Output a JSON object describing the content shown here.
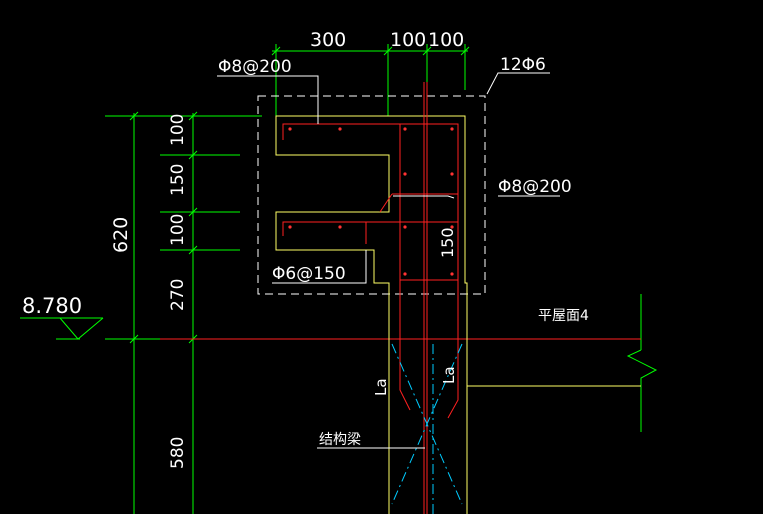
{
  "drawing": {
    "dims": {
      "top_300": "300",
      "top_100a": "100",
      "top_100b": "100",
      "v_100a": "100",
      "v_150": "150",
      "v_100b": "100",
      "v_270": "270",
      "v_620": "620",
      "v_580": "580",
      "inner_150": "150",
      "la_left": "La",
      "la_right": "La"
    },
    "labels": {
      "rebar_top": "Φ8@200",
      "rebar_top_right": "12Φ6",
      "rebar_right": "Φ8@200",
      "rebar_bottom": "Φ6@150",
      "elevation": "8.780",
      "roof_label": "平屋面4",
      "beam_label": "结构梁"
    },
    "colors": {
      "background": "#000000",
      "dimension": "#00ff00",
      "outline": "#ffffff",
      "concrete": "#ffff66",
      "rebar": "#ff2020",
      "stirrup_dot": "#ff3333",
      "centerline": "#00ccff"
    }
  }
}
